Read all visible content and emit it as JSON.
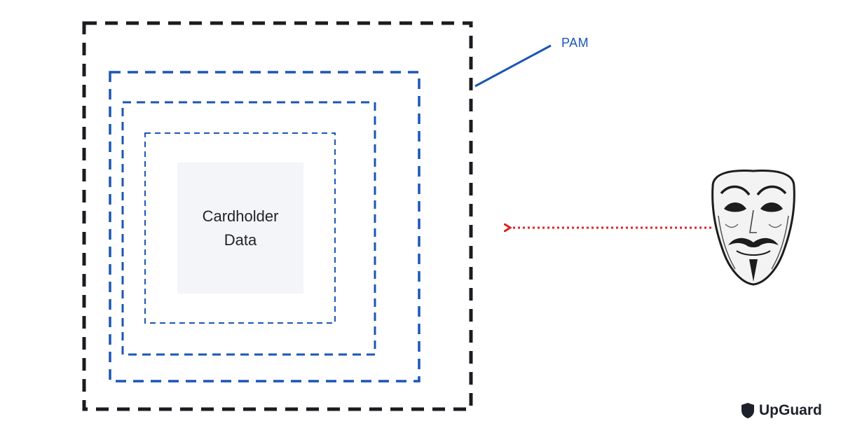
{
  "diagram": {
    "core_label": "Cardholder\nData",
    "pam_label": "PAM",
    "colors": {
      "outer_boundary": "#1a1c20",
      "security_layers": "#1b56b3",
      "attack_arrow": "#e02020",
      "core_fill": "#f4f5f9"
    }
  },
  "threat_actor": {
    "icon": "anonymous-mask-icon"
  },
  "brand": {
    "name": "UpGuard",
    "icon": "upguard-shield-icon"
  }
}
